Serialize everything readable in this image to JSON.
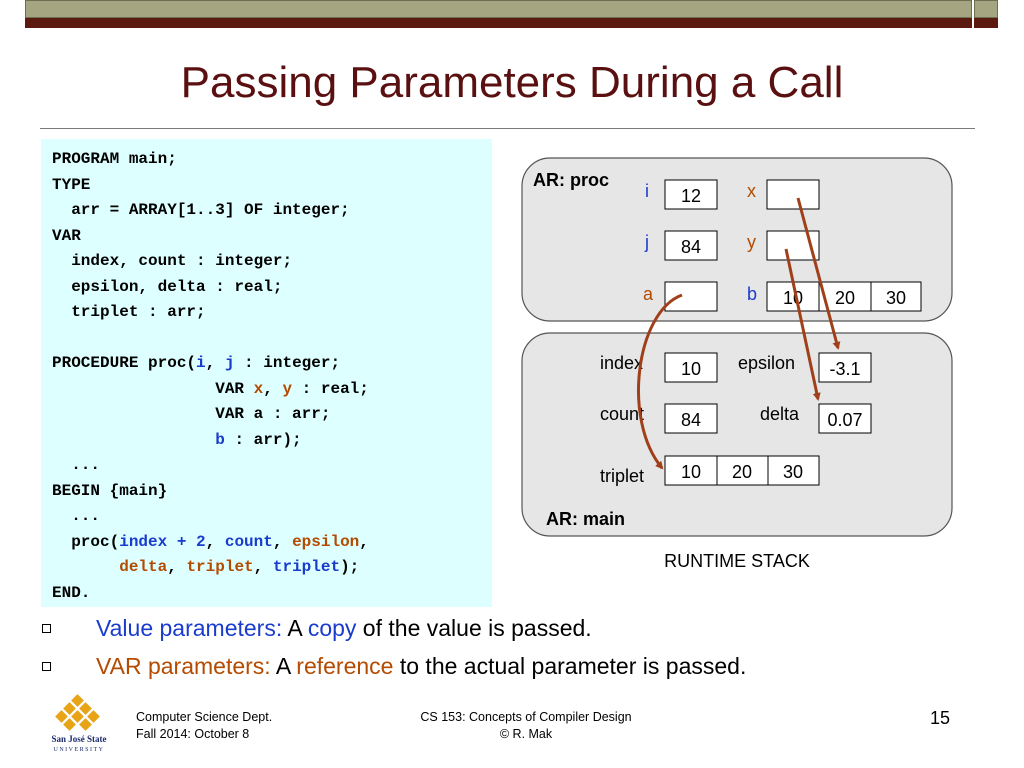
{
  "slide": {
    "title": "Passing Parameters During a Call"
  },
  "code_lines": [
    [
      {
        "t": "PROGRAM main;"
      }
    ],
    [
      {
        "t": "TYPE"
      }
    ],
    [
      {
        "t": "  arr = ARRAY[1..3] OF integer;"
      }
    ],
    [
      {
        "t": "VAR"
      }
    ],
    [
      {
        "t": "  index, count : integer;"
      }
    ],
    [
      {
        "t": "  epsilon, delta : real;"
      }
    ],
    [
      {
        "t": "  triplet : arr;"
      }
    ],
    [
      {
        "t": ""
      }
    ],
    [
      {
        "t": "PROCEDURE proc("
      },
      {
        "t": "i",
        "c": "blue"
      },
      {
        "t": ", "
      },
      {
        "t": "j",
        "c": "blue"
      },
      {
        "t": " : integer;"
      }
    ],
    [
      {
        "t": "                 VAR "
      },
      {
        "t": "x",
        "c": "red"
      },
      {
        "t": ", "
      },
      {
        "t": "y",
        "c": "red"
      },
      {
        "t": " : real;"
      }
    ],
    [
      {
        "t": "                 VAR a : arr;"
      }
    ],
    [
      {
        "t": "                 "
      },
      {
        "t": "b",
        "c": "blue"
      },
      {
        "t": " : arr);"
      }
    ],
    [
      {
        "t": "  ..."
      }
    ],
    [
      {
        "t": "BEGIN {main}"
      }
    ],
    [
      {
        "t": "  ..."
      }
    ],
    [
      {
        "t": "  proc("
      },
      {
        "t": "index + 2",
        "c": "blue"
      },
      {
        "t": ", "
      },
      {
        "t": "count",
        "c": "blue"
      },
      {
        "t": ", "
      },
      {
        "t": "epsilon",
        "c": "red"
      },
      {
        "t": ","
      }
    ],
    [
      {
        "t": "       "
      },
      {
        "t": "delta",
        "c": "red"
      },
      {
        "t": ", "
      },
      {
        "t": "triplet",
        "c": "red"
      },
      {
        "t": ", "
      },
      {
        "t": "triplet",
        "c": "blue"
      },
      {
        "t": ");"
      }
    ],
    [
      {
        "t": "END."
      }
    ]
  ],
  "diagram": {
    "ar_proc_label": "AR: proc",
    "ar_main_label": "AR: main",
    "runtime_stack_label": "RUNTIME STACK",
    "proc_labels": {
      "i": "i",
      "j": "j",
      "a": "a",
      "x": "x",
      "y": "y",
      "b": "b"
    },
    "proc_values": {
      "i": "12",
      "j": "84",
      "a": "",
      "x": "",
      "y": ""
    },
    "proc_b_values": [
      "10",
      "20",
      "30"
    ],
    "main_labels": {
      "index": "index",
      "count": "count",
      "triplet": "triplet",
      "epsilon": "epsilon",
      "delta": "delta"
    },
    "main_values": {
      "index": "10",
      "count": "84",
      "epsilon": "-3.1",
      "delta": "0.07"
    },
    "main_triplet_values": [
      "10",
      "20",
      "30"
    ]
  },
  "bullets": [
    [
      {
        "t": "Value parameters:",
        "c": "blue"
      },
      {
        "t": " A "
      },
      {
        "t": "copy",
        "c": "blue"
      },
      {
        "t": " of the value is passed."
      }
    ],
    [
      {
        "t": "VAR parameters:",
        "c": "red"
      },
      {
        "t": " A "
      },
      {
        "t": "reference",
        "c": "red"
      },
      {
        "t": " to the actual parameter is passed."
      }
    ]
  ],
  "footer": {
    "dept": "Computer Science Dept.",
    "date": "Fall 2014: October 8",
    "course": "CS 153: Concepts of Compiler Design",
    "author": "© R. Mak",
    "page": "15"
  },
  "logo": {
    "line1": "San José State",
    "line2": "UNIVERSITY"
  },
  "colors": {
    "title": "#5a1010",
    "blue": "#1a3ccc",
    "red": "#b34b00",
    "arrow": "#a0401a",
    "code_bg": "#ddffff",
    "ar_bg": "#e6e6e6"
  }
}
